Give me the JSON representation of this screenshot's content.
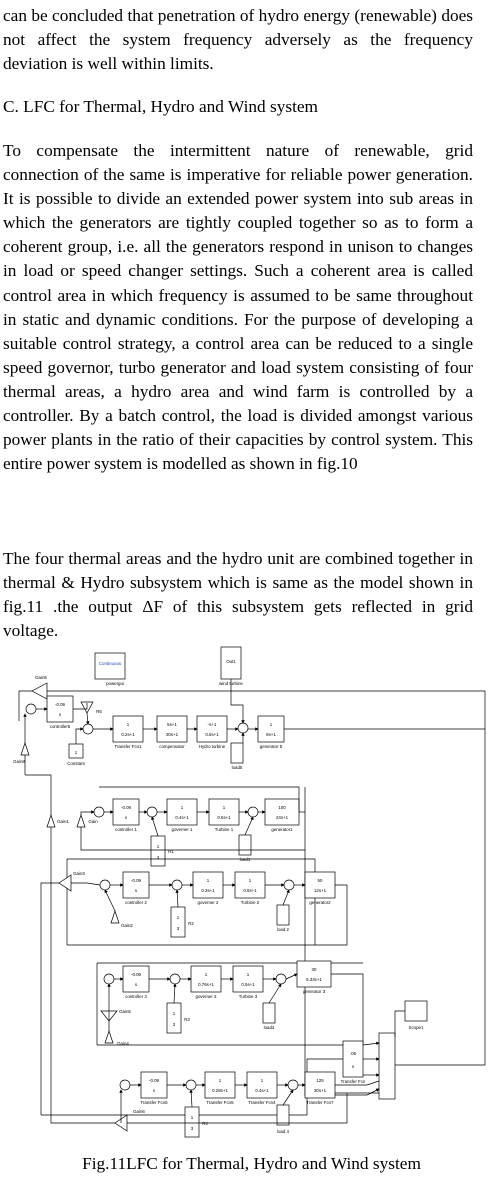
{
  "paragraphs": {
    "p1": "can be concluded that penetration of hydro energy (renewable) does not affect the system frequency adversely as the frequency deviation is well within limits.",
    "heading": "C. LFC for Thermal, Hydro and Wind system",
    "p2": "To compensate the intermittent nature of renewable, grid connection of the same is imperative for reliable power generation. It is possible to divide an extended power system into sub areas in which the generators are tightly coupled together so as to form a coherent group, i.e. all the generators respond in unison to changes in load or speed changer settings. Such a coherent area is called control area in which frequency is assumed to be same throughout in static and dynamic conditions. For the purpose of developing a suitable control strategy, a control area can be reduced to a single speed governor, turbo generator and load system consisting of four thermal areas, a hydro area and wind farm is controlled by a controller. By a batch control, the load is divided amongst various power plants in the ratio of their capacities by control system. This entire power system is modelled as shown in fig.10",
    "p3": "The four thermal areas and the hydro unit are combined together in thermal & Hydro subsystem which is same as the model shown in fig.11 .the output ΔF of this subsystem gets reflected in grid voltage."
  },
  "figure": {
    "caption": "Fig.11LFC for Thermal, Hydro and Wind system",
    "diagram": {
      "top": {
        "gain_label": "Gain5",
        "powergui_text": "Continuous",
        "powergui_label": "powergui",
        "wind_label": "wind turbine",
        "wind_text": "Out1",
        "controller_num": "-0.09",
        "controller_den": "s",
        "controller_label": "controller5",
        "gain_block_label": "Gain8",
        "r_label": "R5",
        "constant_value": "1",
        "constant_label": "Constant",
        "tf1_num": "1",
        "tf1_den": "0.2s+1",
        "tf1_label": "Transfer Fcn1",
        "tf2_num": "5s+1",
        "tf2_den": "30s+1",
        "tf2_label": "compensator",
        "tf3_num": "-s+1",
        "tf3_den": "0.5s+1",
        "tf3_label": "Hydro turbine",
        "load_label": "load5",
        "gen_num": "1",
        "gen_den": "8s+1",
        "gen_label": "generator 5"
      },
      "area1": {
        "ctrl_num": "-0.09",
        "ctrl_den": "s",
        "ctrl_label": "controller 1",
        "gov_num": "1",
        "gov_den": "0.4s+1",
        "gov_label": "governer 1",
        "turb_num": "1",
        "turb_den": "0.5s+1",
        "turb_label": "Turbine 1",
        "gen_num": "100",
        "gen_den": "24s+1",
        "gen_label": "generator1",
        "gain_a": "Gain1",
        "gain_b": "Gain",
        "r_num": "1",
        "r_den": "3",
        "r_label": "R1",
        "load_label": "load1"
      },
      "area2": {
        "ctrl_num": "-0.09",
        "ctrl_den": "s",
        "ctrl_label": "controller 2",
        "gov_num": "1",
        "gov_den": "0.3s+1",
        "gov_label": "governer 2",
        "turb_num": "1",
        "turb_den": "0.6s+1",
        "turb_label": "Turbine 2",
        "gen_num": "50",
        "gen_den": "12s+1",
        "gen_label": "generator2",
        "gain_a": "Gain3",
        "gain_b": "Gain2",
        "r_num": "1",
        "r_den": "3",
        "r_label": "R2",
        "load_label": "load 2"
      },
      "area3": {
        "ctrl_num": "-0.09",
        "ctrl_den": "s",
        "ctrl_label": "controller 3",
        "gov_num": "1",
        "gov_den": "0.76s+1",
        "gov_label": "governer 3",
        "turb_num": "1",
        "turb_den": "0.5s+1",
        "turb_label": "Turbine 3",
        "gen_num": "30",
        "gen_den": "5.33s+1",
        "gen_label": "generator 3",
        "gain_a": "Gain5",
        "gain_b": "Gain4",
        "r_num": "1",
        "r_den": "3",
        "r_label": "R3",
        "load_label": "load3"
      },
      "area4": {
        "ctrl_num": "-0.09",
        "ctrl_den": "s",
        "ctrl_label": "Transfer Fcn6",
        "gov_num": "1",
        "gov_den": "0.28s+1",
        "gov_label": "Transfer Fcn5",
        "turb_num": "1",
        "turb_den": "0.4s+1",
        "turb_label": "Transfer Fcn4",
        "gen_num": "125",
        "gen_den": "30s+1",
        "gen_label": "Transfer Fcn7",
        "gain_a": "Gain6",
        "r_num": "1",
        "r_den": "3",
        "r_label": "R4",
        "load_label": "load 4"
      },
      "right": {
        "scope_label": "Scope1",
        "int_num": ".06",
        "int_den": "s",
        "int_label": "Transfer Fcn"
      }
    }
  }
}
